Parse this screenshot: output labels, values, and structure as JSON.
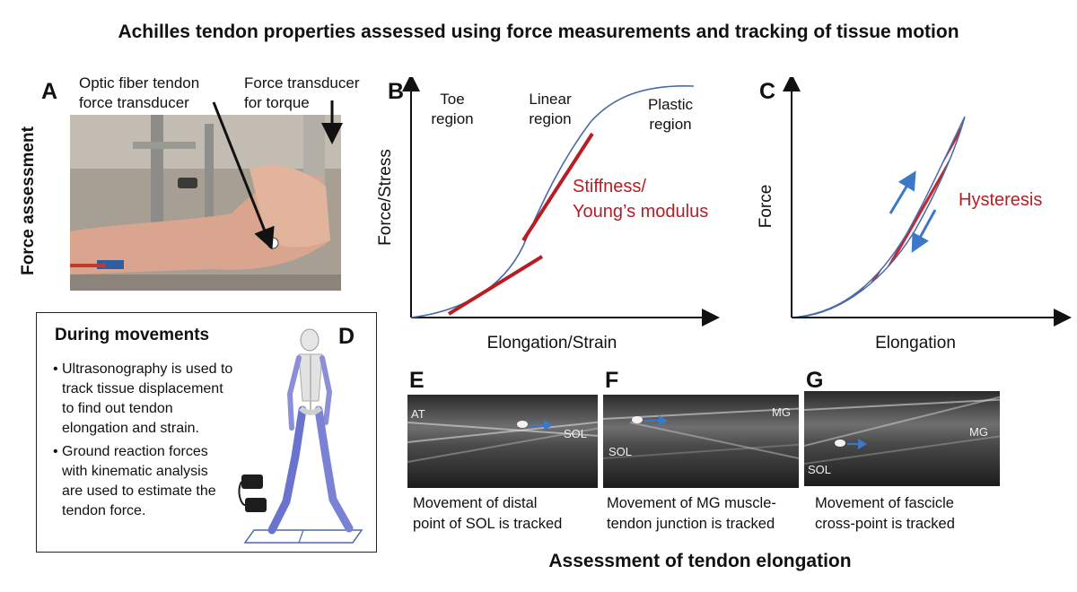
{
  "title": "Achilles tendon properties assessed using force measurements and tracking of tissue motion",
  "panel_a": {
    "letter": "A",
    "side_label": "Force assessment",
    "label_optic": [
      "Optic fiber tendon",
      "force transducer"
    ],
    "label_torque": [
      "Force transducer",
      "for torque"
    ]
  },
  "panel_b": {
    "letter": "B",
    "ylabel": "Force/Stress",
    "xlabel": "Elongation/Strain",
    "toe": [
      "Toe",
      "region"
    ],
    "linear": [
      "Linear",
      "region"
    ],
    "plastic": [
      "Plastic",
      "region"
    ],
    "stiffness": [
      "Stiffness/",
      "Young’s modulus"
    ]
  },
  "panel_c": {
    "letter": "C",
    "ylabel": "Force",
    "xlabel": "Elongation",
    "hysteresis": "Hysteresis"
  },
  "panel_d": {
    "letter": "D",
    "heading": "During movements",
    "bullet1": [
      "Ultrasonography is used to",
      "track tissue displacement",
      "to find out tendon",
      "elongation and strain."
    ],
    "bullet2": [
      "Ground reaction forces",
      "with kinematic analysis",
      "are used to estimate the",
      "tendon force."
    ]
  },
  "panel_e": {
    "letter": "E",
    "img_labels": {
      "at": "AT",
      "sol": "SOL"
    },
    "caption": [
      "Movement of distal",
      "point of SOL is tracked"
    ]
  },
  "panel_f": {
    "letter": "F",
    "img_labels": {
      "mg": "MG",
      "sol": "SOL"
    },
    "caption": [
      "Movement of MG muscle-",
      "tendon junction is tracked"
    ]
  },
  "panel_g": {
    "letter": "G",
    "img_labels": {
      "mg": "MG",
      "sol": "SOL"
    },
    "caption": [
      "Movement of fascicle",
      "cross-point is tracked"
    ]
  },
  "bottom_label": "Assessment of tendon elongation",
  "colors": {
    "curve": "#4a6aa8",
    "accent_red": "#b81d24",
    "arrow_blue": "#3d78c8",
    "box_border": "#222222"
  }
}
